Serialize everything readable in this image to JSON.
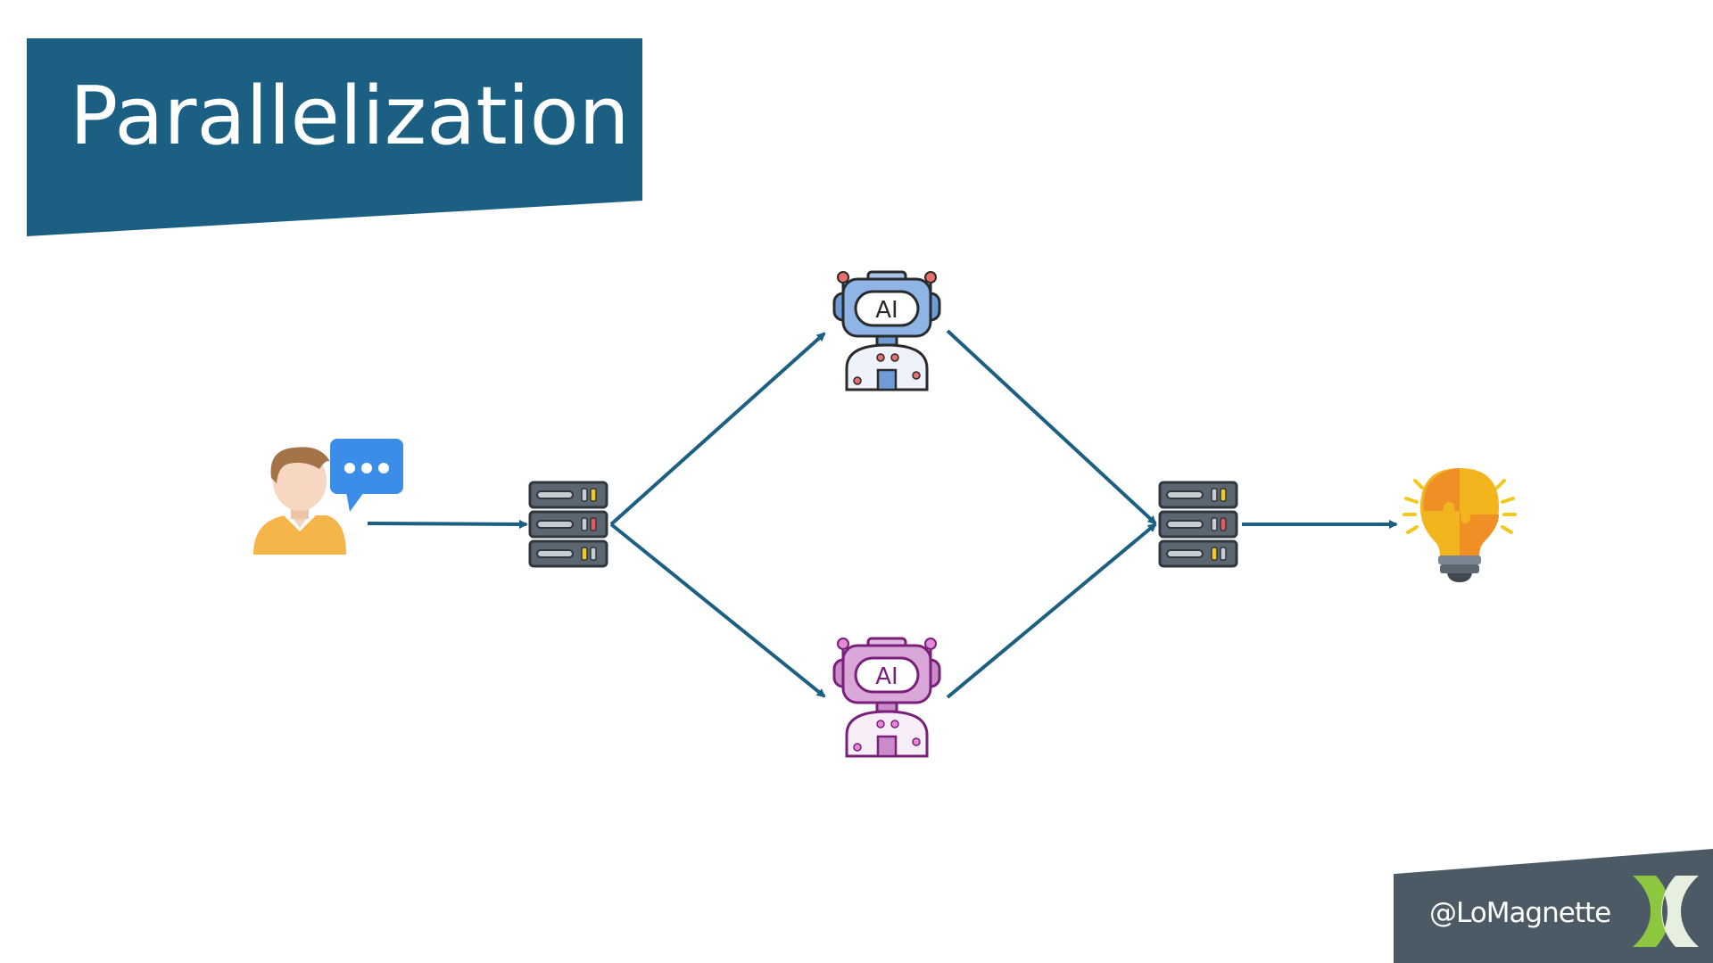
{
  "slide": {
    "title": "Parallelization"
  },
  "footer": {
    "handle": "@LoMagnette",
    "logo_icon": "brand-logo-icon"
  },
  "diagram": {
    "nodes": [
      {
        "id": "user",
        "icon": "user-chat-icon"
      },
      {
        "id": "router",
        "icon": "server-icon"
      },
      {
        "id": "llm-a",
        "icon": "ai-robot-icon",
        "label": "AI"
      },
      {
        "id": "llm-b",
        "icon": "ai-robot-icon",
        "label": "AI"
      },
      {
        "id": "aggregator",
        "icon": "server-icon"
      },
      {
        "id": "result",
        "icon": "lightbulb-puzzle-icon"
      }
    ],
    "edges": [
      {
        "from": "user",
        "to": "router"
      },
      {
        "from": "router",
        "to": "llm-a"
      },
      {
        "from": "router",
        "to": "llm-b"
      },
      {
        "from": "llm-a",
        "to": "aggregator"
      },
      {
        "from": "llm-b",
        "to": "aggregator"
      },
      {
        "from": "aggregator",
        "to": "result"
      }
    ]
  },
  "colors": {
    "banner": "#1b5f82",
    "arrow": "#1b5f82",
    "footer": "#4b5a64",
    "robot_a": "#6f9bd8",
    "robot_b": "#c98cc9",
    "server": "#5b6670",
    "bulb": "#f2b51d",
    "logo_green": "#8dc63f"
  }
}
